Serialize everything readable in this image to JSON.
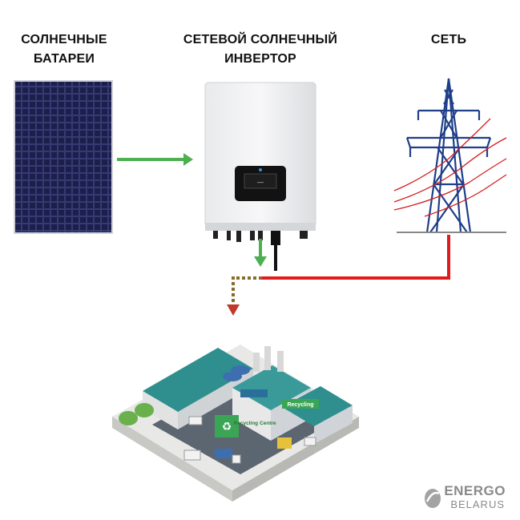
{
  "labels": {
    "solar_panels": "СОЛНЕЧНЫЕ\nБАТАРЕИ",
    "inverter": "СЕТЕВОЙ СОЛНЕЧНЫЙ\nИНВЕРТОР",
    "grid": "СЕТЬ"
  },
  "inverter_screen": "—",
  "factory_signs": {
    "recycling_centre": "Recycling Centre",
    "recycling": "Recycling"
  },
  "watermark": {
    "line1": "ENERGO",
    "line2": "BELARUS"
  },
  "colors": {
    "solar_flow": "#4caf50",
    "grid_flow": "#e01b1b",
    "mixed_flow": "#8a6a2a",
    "panel": "#1c1f4a",
    "tower": "#1f3f8a"
  },
  "icons": [
    "solar-panel-icon",
    "inverter-icon",
    "power-tower-icon",
    "factory-icon",
    "energo-logo-icon"
  ]
}
